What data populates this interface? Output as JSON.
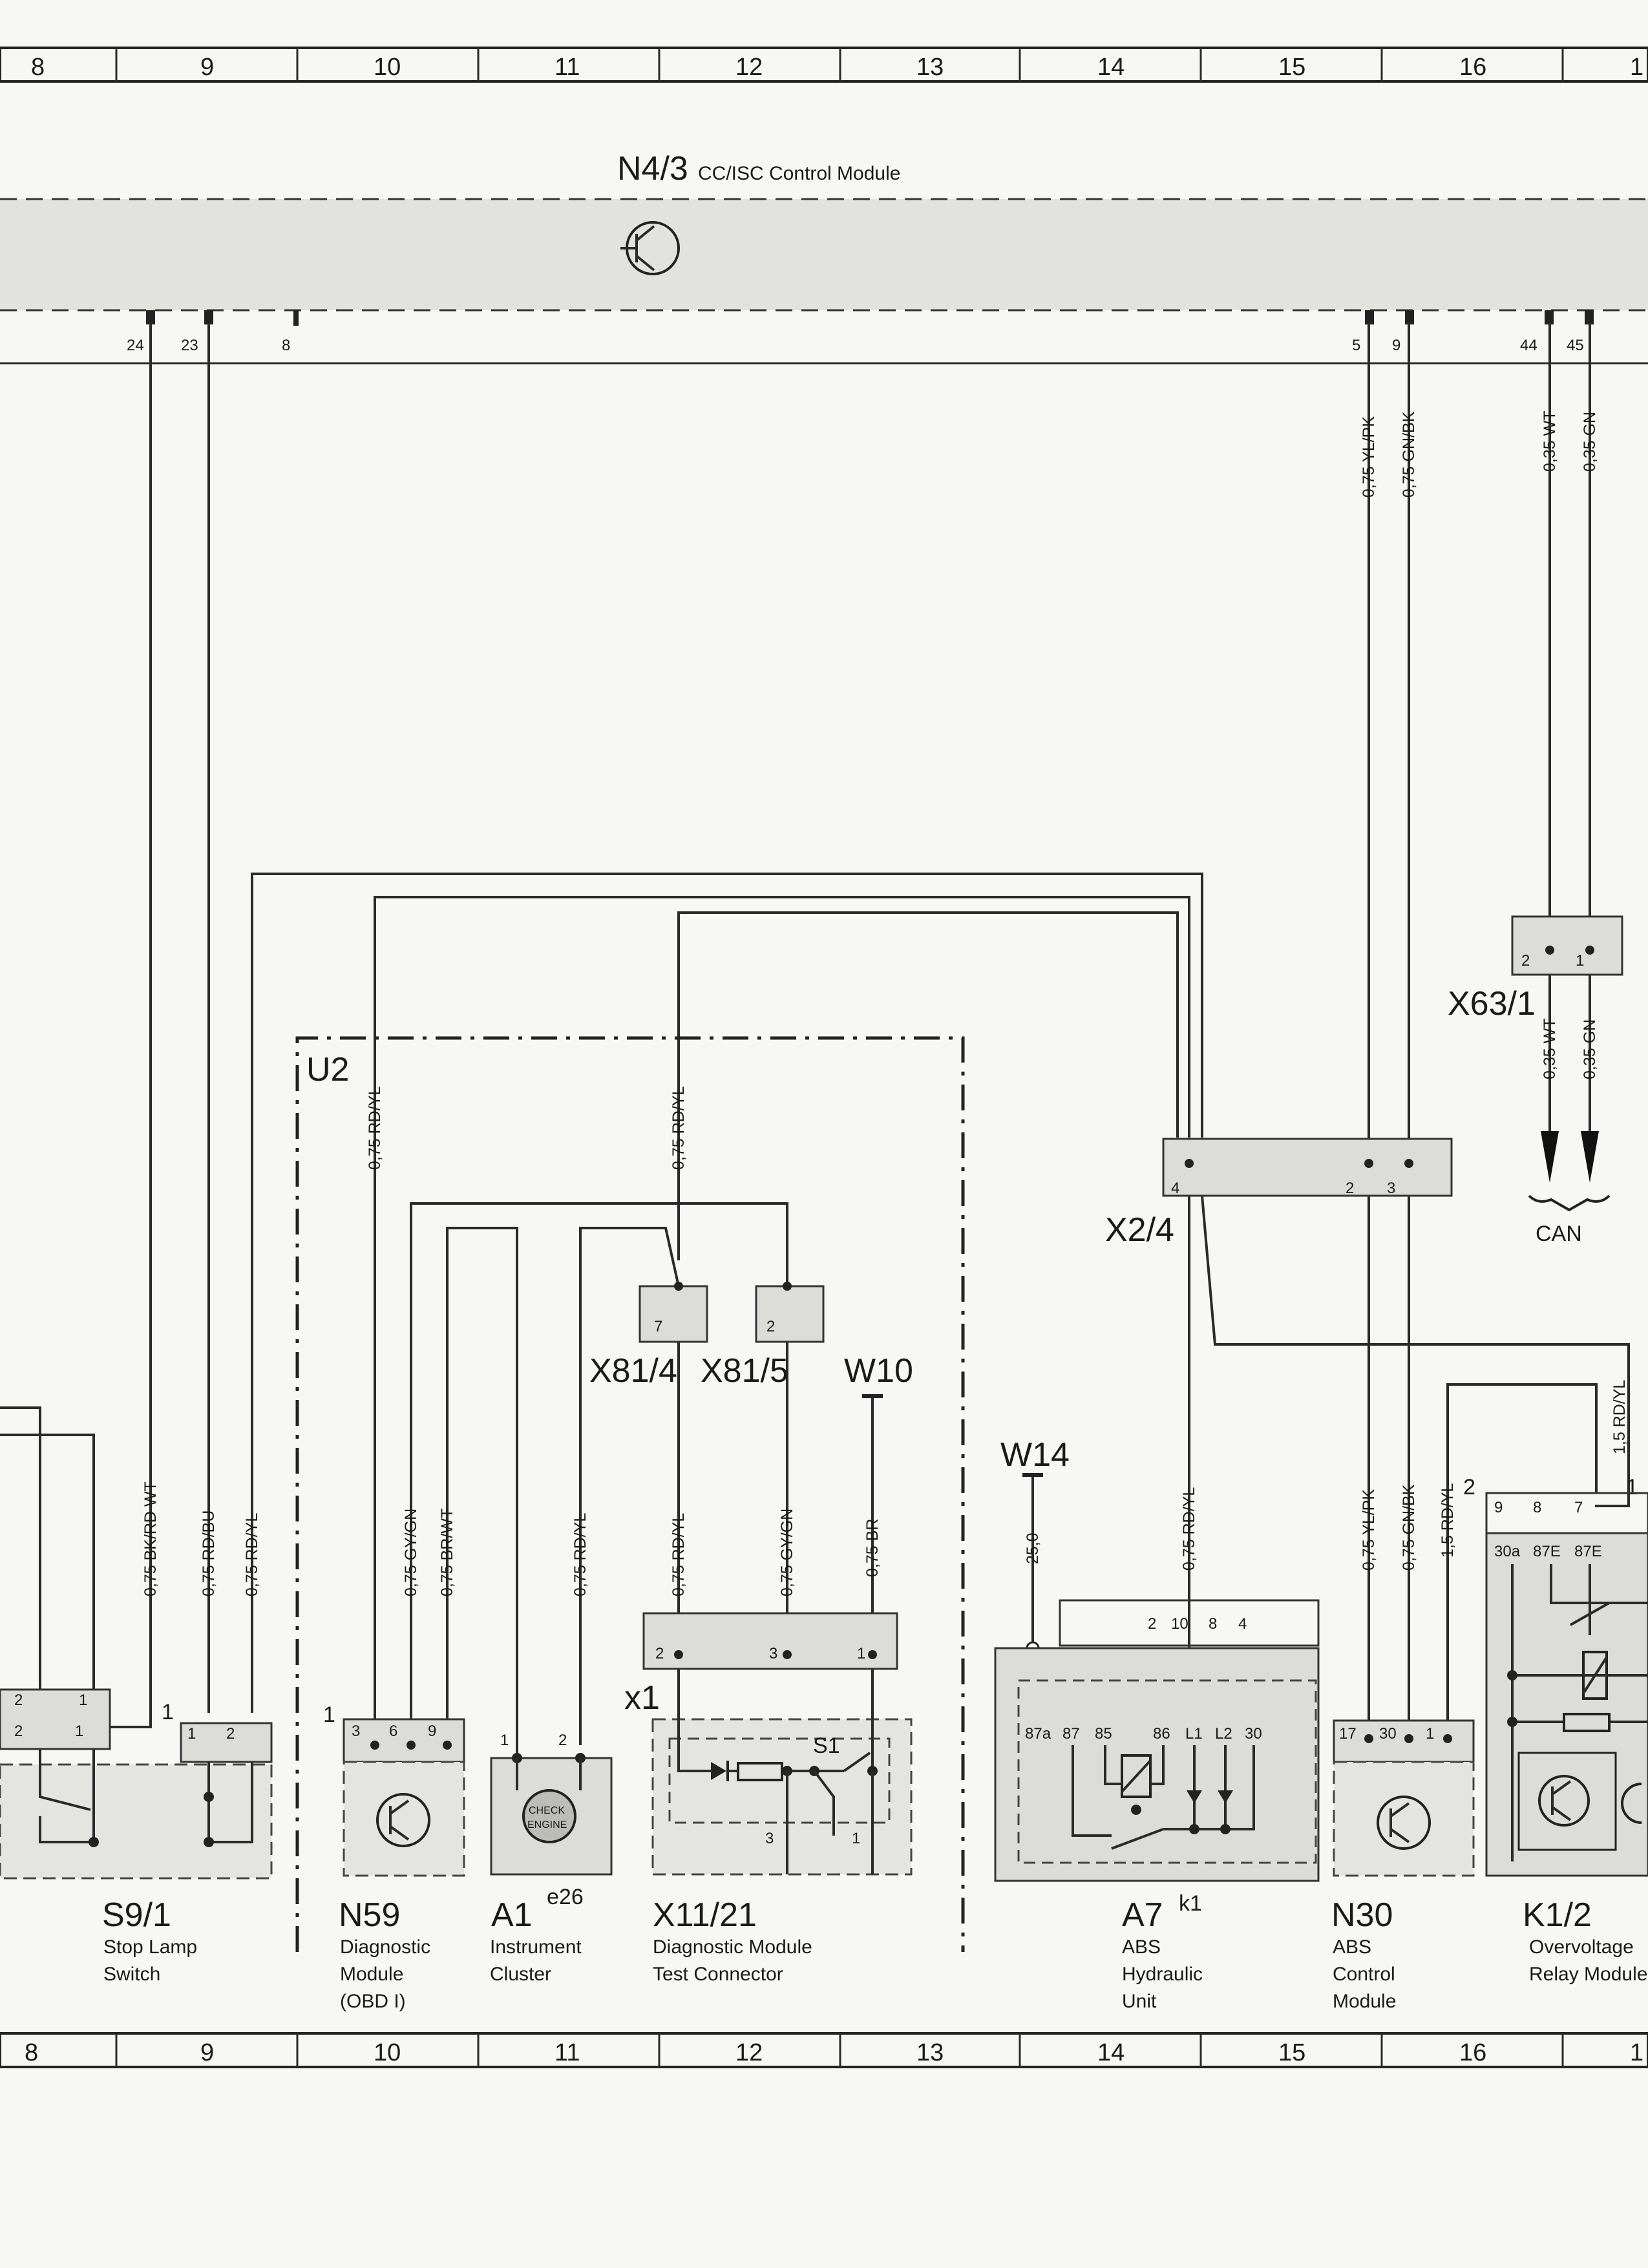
{
  "grid_columns_top": [
    "8",
    "9",
    "10",
    "11",
    "12",
    "13",
    "14",
    "15",
    "16",
    "1"
  ],
  "grid_columns_bottom": [
    "8",
    "9",
    "10",
    "11",
    "12",
    "13",
    "14",
    "15",
    "16",
    "1"
  ],
  "control_module": {
    "id": "N4/3",
    "name": "CC/ISC Control Module",
    "pins": [
      "24",
      "23",
      "8",
      "5",
      "9",
      "44",
      "45"
    ]
  },
  "wire_labels": {
    "n43_pin5": "0,75 YL/PK",
    "n43_pin9": "0,75 GN/BK",
    "n43_pin44": "0,35 WT",
    "n43_pin45": "0,35 GN",
    "x63_wt": "0,35 WT",
    "x63_gn": "0,35 GN",
    "u2_a": "0,75 RD/YL",
    "u2_b": "0,75 RD/YL",
    "s91_a": "0,75 BK/RD WT",
    "s91_b": "0,75 RD/BU",
    "s91_c": "0,75 RD/YL",
    "n59_a": "0,75 GY/GN",
    "n59_b": "0,75 BR/WT",
    "a1_a": "0,75 RD/YL",
    "x11_a": "0,75 RD/YL",
    "x11_b": "0,75 GY/GN",
    "x11_c": "0,75 BR",
    "w14": "25,0",
    "a7_a": "0,75 RD/YL",
    "n30_a": "0,75 YL/PK",
    "n30_b": "0,75 GN/BK",
    "n30_c": "1,5 RD/YL",
    "k12_a": "1,5 RD/YL"
  },
  "connectors": {
    "x63": "X63/1",
    "x24": "X2/4",
    "x814": "X81/4",
    "x815": "X81/5",
    "w10": "W10",
    "w14": "W14",
    "u2": "U2",
    "x1": "x1",
    "s1": "S1",
    "can": "CAN",
    "k1": "k1",
    "e26": "e26",
    "pin1": "1",
    "pin2": "2"
  },
  "pin_numbers": {
    "x63": [
      "2",
      "1"
    ],
    "x24": [
      "4",
      "2",
      "3"
    ],
    "x814": "7",
    "x815": "2",
    "x11_top": [
      "2",
      "3",
      "1"
    ],
    "x11_bottom": [
      "3",
      "1"
    ],
    "a7_top": [
      "2",
      "10",
      "8",
      "4"
    ],
    "a7_relay": [
      "87a",
      "87",
      "85",
      "86",
      "L1",
      "L2",
      "30"
    ],
    "n30": [
      "17",
      "30",
      "1"
    ],
    "k12_top": [
      "9",
      "8",
      "7"
    ],
    "k12_relay": [
      "30a",
      "87E",
      "87E"
    ],
    "s91_left": [
      "2",
      "1",
      "2",
      "1"
    ],
    "s91_right": [
      "1",
      "2"
    ],
    "n59": [
      "3",
      "6",
      "9"
    ],
    "a1": [
      "1",
      "2"
    ]
  },
  "components": [
    {
      "id": "S9/1",
      "name": [
        "Stop Lamp",
        "Switch"
      ]
    },
    {
      "id": "N59",
      "name": [
        "Diagnostic",
        "Module",
        "(OBD I)"
      ]
    },
    {
      "id": "A1",
      "name": [
        "Instrument",
        "Cluster"
      ]
    },
    {
      "id": "X11/21",
      "name": [
        "Diagnostic Module",
        "Test Connector"
      ]
    },
    {
      "id": "A7",
      "name": [
        "ABS",
        "Hydraulic",
        "Unit"
      ]
    },
    {
      "id": "N30",
      "name": [
        "ABS",
        "Control",
        "Module"
      ]
    },
    {
      "id": "K1/2",
      "name": [
        "Overvoltage",
        "Relay Module"
      ]
    }
  ],
  "check_engine_lamp": [
    "CHECK",
    "ENGINE"
  ]
}
